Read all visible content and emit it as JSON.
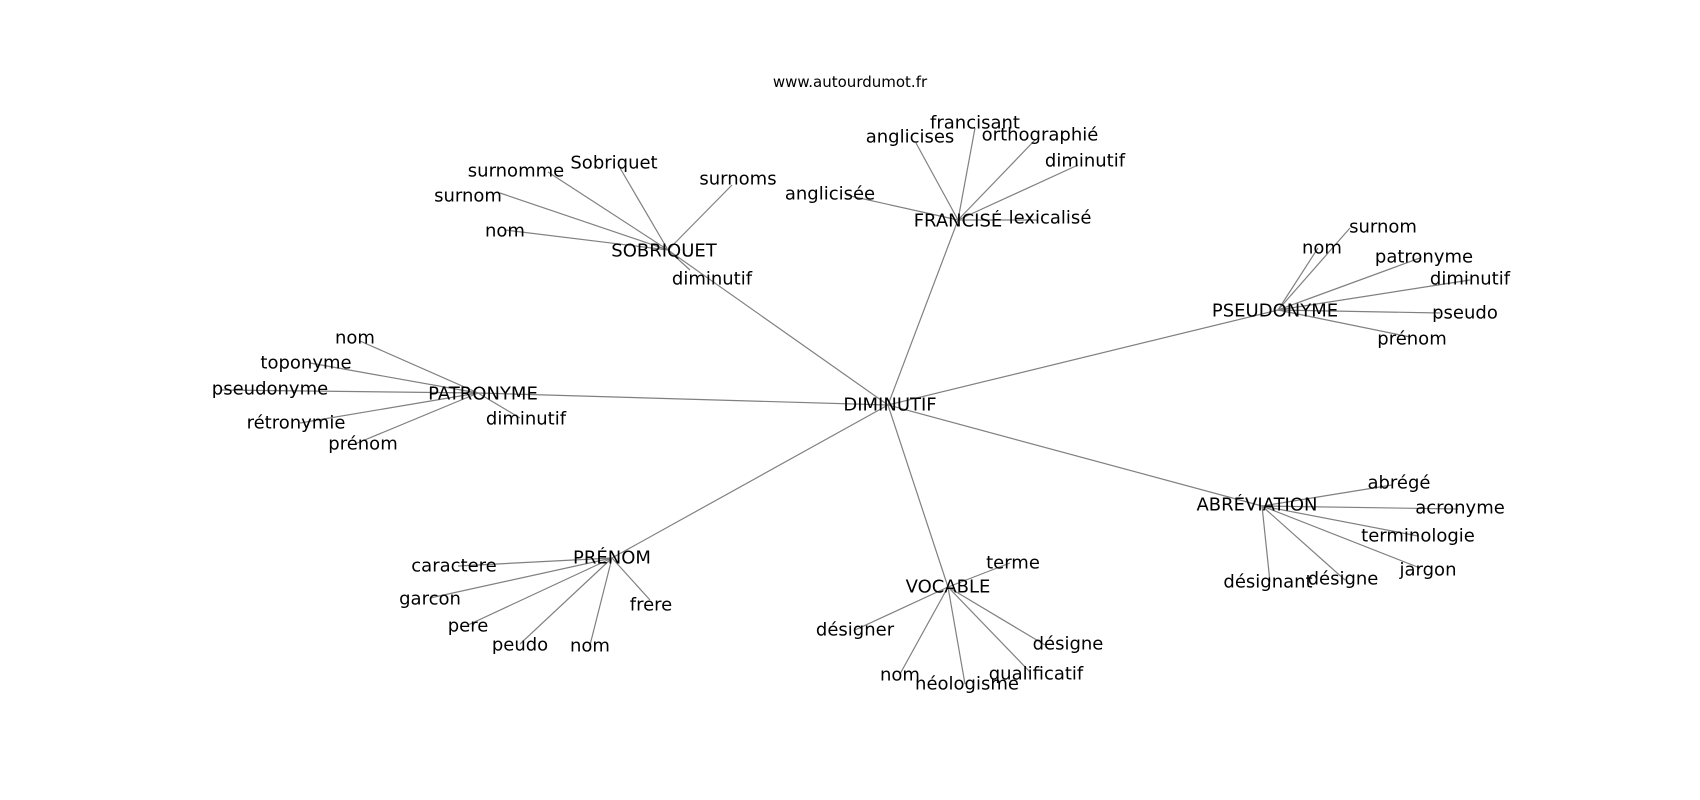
{
  "header": {
    "site": "www.autourdumot.fr"
  },
  "graph": {
    "center": "DIMINUTIF",
    "groups": [
      {
        "hub": "SOBRIQUET",
        "leaves": [
          "Sobriquet",
          "surnomme",
          "surnom",
          "nom",
          "surnoms",
          "diminutif"
        ]
      },
      {
        "hub": "FRANCISÉ",
        "leaves": [
          "francisant",
          "anglicises",
          "orthographié",
          "diminutif",
          "anglicisée",
          "lexicalisé"
        ]
      },
      {
        "hub": "PSEUDONYME",
        "leaves": [
          "surnom",
          "nom",
          "patronyme",
          "diminutif",
          "pseudo",
          "prénom"
        ]
      },
      {
        "hub": "PATRONYME",
        "leaves": [
          "nom",
          "toponyme",
          "pseudonyme",
          "rétronymie",
          "prénom",
          "diminutif"
        ]
      },
      {
        "hub": "ABRÉVIATION",
        "leaves": [
          "abrégé",
          "acronyme",
          "terminologie",
          "jargon",
          "désignant",
          "désigne"
        ]
      },
      {
        "hub": "PRÉNOM",
        "leaves": [
          "caractere",
          "garcon",
          "pere",
          "peudo",
          "nom",
          "frere"
        ]
      },
      {
        "hub": "VOCABLE",
        "leaves": [
          "terme",
          "désigner",
          "désigne",
          "nom",
          "néologisme",
          "qualificatif"
        ]
      }
    ]
  }
}
